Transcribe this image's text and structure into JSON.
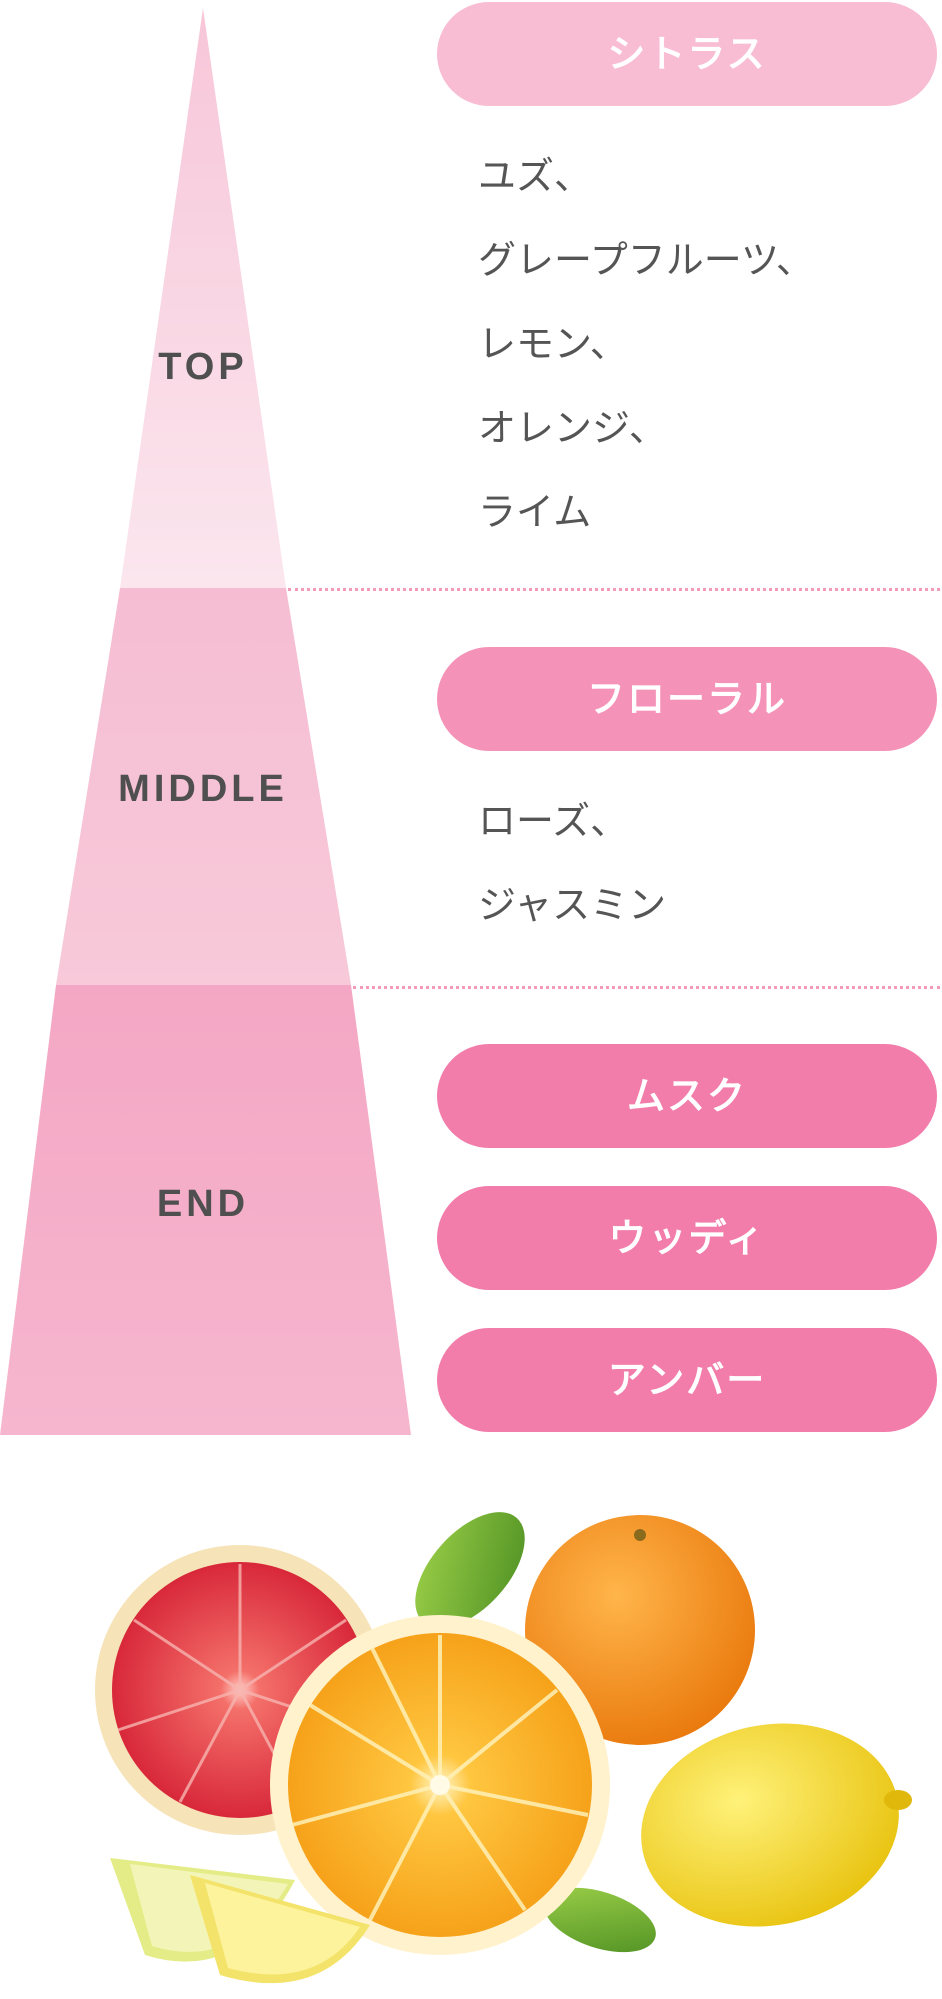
{
  "colors": {
    "top_tier": "#f9dce6",
    "middle_tier": "#f7c4d7",
    "end_tier": "#f4a9c6",
    "pill_top": "#f8bcd3",
    "pill_middle": "#f592b8",
    "pill_end": "#f27caa",
    "divider": "#f39ab8",
    "text": "#555555"
  },
  "tiers": {
    "top": {
      "label": "TOP",
      "category": "シトラス",
      "notes": [
        "ユズ、",
        "グレープフルーツ、",
        "レモン、",
        "オレンジ、",
        "ライム"
      ]
    },
    "middle": {
      "label": "MIDDLE",
      "category": "フローラル",
      "notes": [
        "ローズ、",
        "ジャスミン"
      ]
    },
    "end": {
      "label": "END",
      "categories": [
        "ムスク",
        "ウッディ",
        "アンバー"
      ]
    }
  },
  "illustration": {
    "icon": "citrus-fruits-illustration",
    "fruits": [
      "grapefruit",
      "orange-half",
      "orange",
      "lemon",
      "lime",
      "leaf"
    ]
  }
}
